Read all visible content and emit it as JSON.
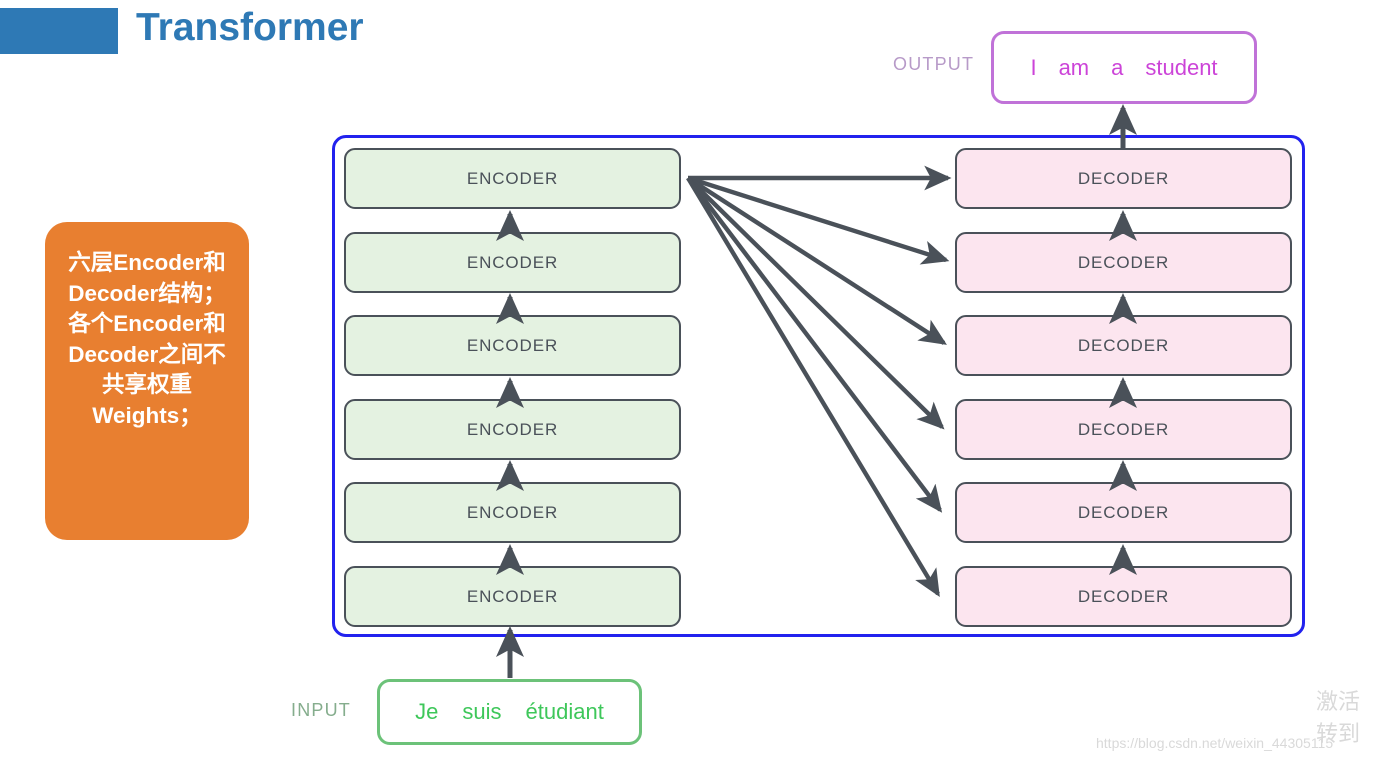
{
  "header": {
    "title": "Transformer",
    "accent_color": "#2e79b5"
  },
  "note": {
    "text": "六层Encoder和Decoder结构；各个Encoder和Decoder之间不共享权重Weights；",
    "background_color": "#e87f30",
    "text_color": "#ffffff"
  },
  "model": {
    "border_color": "#2222ee",
    "encoder_stack": {
      "label": "ENCODER",
      "count": 6,
      "fill_color": "#e4f2e1",
      "border_color": "#4a5159",
      "blocks": [
        {
          "label": "ENCODER"
        },
        {
          "label": "ENCODER"
        },
        {
          "label": "ENCODER"
        },
        {
          "label": "ENCODER"
        },
        {
          "label": "ENCODER"
        },
        {
          "label": "ENCODER"
        }
      ]
    },
    "decoder_stack": {
      "label": "DECODER",
      "count": 6,
      "fill_color": "#fce5ef",
      "border_color": "#4a5159",
      "blocks": [
        {
          "label": "DECODER"
        },
        {
          "label": "DECODER"
        },
        {
          "label": "DECODER"
        },
        {
          "label": "DECODER"
        },
        {
          "label": "DECODER"
        },
        {
          "label": "DECODER"
        }
      ]
    }
  },
  "io": {
    "input": {
      "label": "INPUT",
      "label_color": "#85ad8d",
      "border_color": "#6cc279",
      "text_color": "#3ec75a",
      "tokens": [
        "Je",
        "suis",
        "étudiant"
      ]
    },
    "output": {
      "label": "OUTPUT",
      "label_color": "#b79ac8",
      "border_color": "#c072d8",
      "text_color": "#cc44d8",
      "tokens": [
        "I",
        "am",
        "a",
        "student"
      ]
    }
  },
  "watermarks": {
    "url": "https://blog.csdn.net/weixin_44305115",
    "activation_line1": "激活",
    "activation_line2": "转到"
  }
}
